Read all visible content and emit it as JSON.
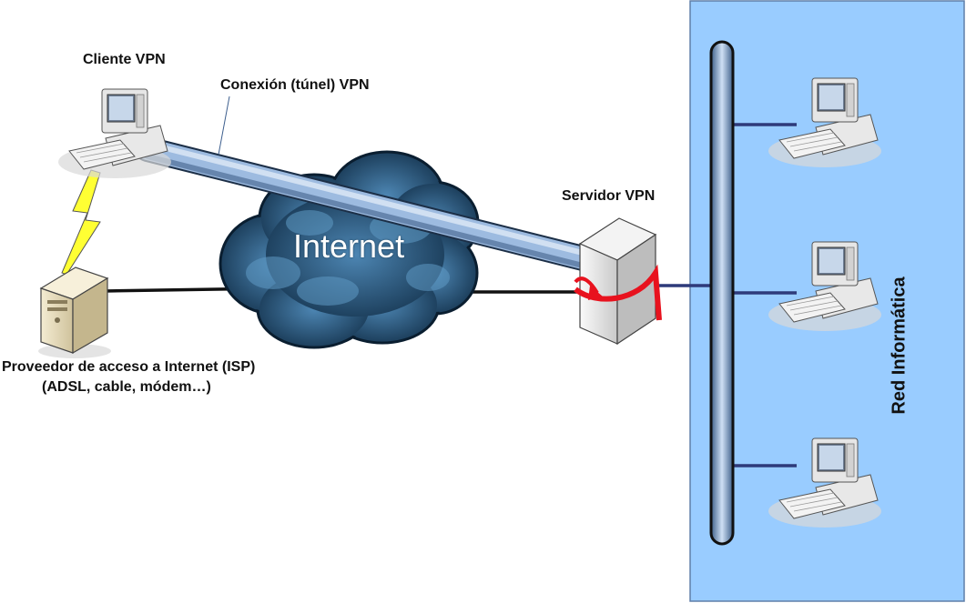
{
  "labels": {
    "client": "Cliente VPN",
    "tunnel": "Conexión (túnel) VPN",
    "server": "Servidor VPN",
    "internet": "Internet",
    "isp_line1": "Proveedor de acceso a Internet (ISP)",
    "isp_line2": "(ADSL, cable,  módem…)",
    "network": "Red Informática"
  },
  "colors": {
    "network_panel": "#99ccff",
    "tunnel": "#9dbbe0",
    "cloud": "#1f4b6e",
    "lightning": "#ffff33",
    "server_arrow": "#e8121e",
    "link_line": "#111111",
    "lan_link": "#2e3a7a"
  },
  "icons": {
    "client": "desktop-computer-icon",
    "isp": "server-tower-icon",
    "vpn_server": "server-cabinet-icon",
    "network_nodes": "desktop-computer-icon",
    "wireless_link": "lightning-bolt-icon"
  },
  "network_node_count": 3
}
